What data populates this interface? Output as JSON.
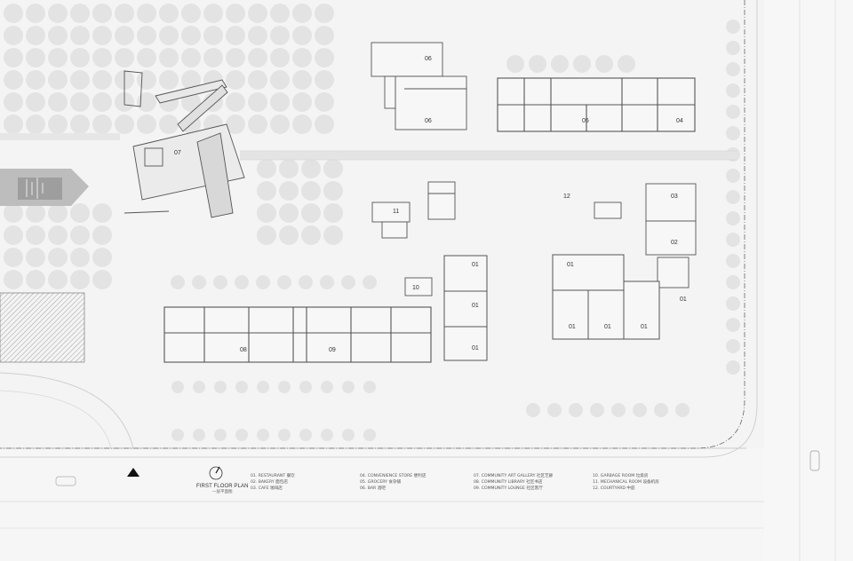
{
  "plan": {
    "title": "FIRST FLOOR PLAN",
    "subtitle": "一层平面图",
    "room_labels": [
      "06",
      "06",
      "05",
      "04",
      "07",
      "12",
      "03",
      "02",
      "11",
      "10",
      "01",
      "01",
      "01",
      "01",
      "01",
      "01",
      "01",
      "01",
      "08",
      "09"
    ]
  },
  "legend": {
    "columns": [
      [
        "01. RESTAURANT 餐饮",
        "02. BAKERY 面包店",
        "03. CAFE 咖啡店"
      ],
      [
        "04. CONVENIENCE STORE 便利店",
        "05. GROCERY 食杂铺",
        "06. BAR 酒吧"
      ],
      [
        "07. COMMUNITY ART GALLERY 社区艺廊",
        "08. COMMUNITY LIBRARY 社区书店",
        "09. COMMUNITY LOUNGE 社区客厅"
      ],
      [
        "10. GARBAGE ROOM 垃圾房",
        "11. MECHANICAL ROOM 设备机房",
        "12. COURTYARD 中庭"
      ]
    ]
  },
  "colors": {
    "background": "#f3f3f3",
    "tree": "#dcdcdc",
    "wall": "#555555",
    "line": "#b8b8b8",
    "road": "#ececec"
  }
}
